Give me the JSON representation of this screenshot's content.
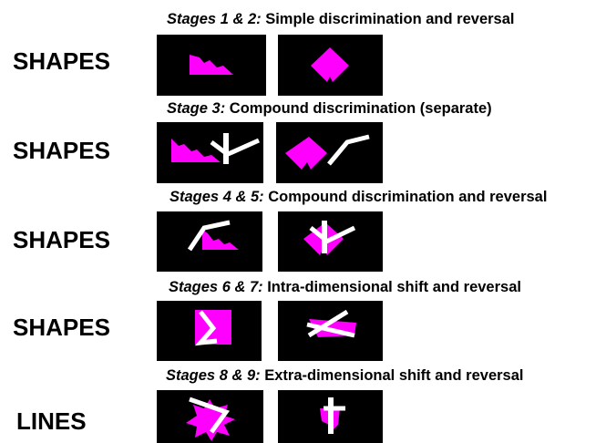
{
  "stages": [
    {
      "stage_label": "Stages 1 & 2:",
      "description": "Simple discrimination and reversal",
      "dimension": "SHAPES"
    },
    {
      "stage_label": "Stage 3:",
      "description": "Compound discrimination (separate)",
      "dimension": "SHAPES"
    },
    {
      "stage_label": "Stages 4 & 5:",
      "description": "Compound discrimination and reversal",
      "dimension": "SHAPES"
    },
    {
      "stage_label": "Stages 6 & 7:",
      "description": "Intra-dimensional shift and reversal",
      "dimension": "SHAPES"
    },
    {
      "stage_label": "Stages 8 & 9:",
      "description": "Extra-dimensional shift and reversal",
      "dimension": "LINES"
    }
  ],
  "colors": {
    "shape": "#ff00ff",
    "line": "#ffffff",
    "panel": "#000000"
  }
}
